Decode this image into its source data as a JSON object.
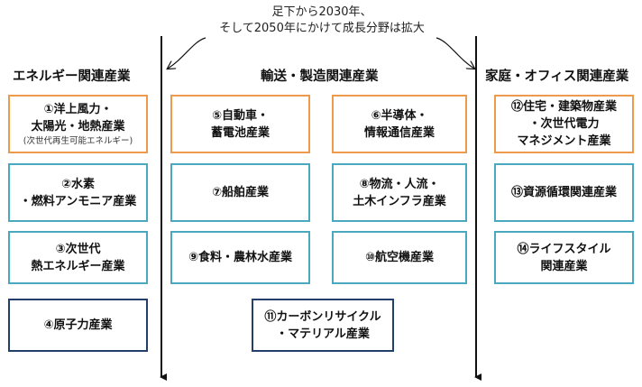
{
  "intro": {
    "line1": "足下から2030年、",
    "line2": "そして2050年にかけて成長分野は拡大"
  },
  "columns": {
    "energy": "エネルギー関連産業",
    "transport": "輸送・製造関連産業",
    "home": "家庭・オフィス関連産業"
  },
  "boxes": {
    "b1": {
      "lines": [
        "①洋上風力・",
        "太陽光・地熱産業"
      ],
      "note": "(次世代再生可能エネルギー)"
    },
    "b2": {
      "lines": [
        "②水素",
        "・燃料アンモニア産業"
      ]
    },
    "b3": {
      "lines": [
        "③次世代",
        "熱エネルギー産業"
      ]
    },
    "b4": {
      "lines": [
        "④原子力産業"
      ]
    },
    "b5": {
      "lines": [
        "⑤自動車・",
        "蓄電池産業"
      ]
    },
    "b6": {
      "lines": [
        "⑥半導体・",
        "情報通信産業"
      ]
    },
    "b7": {
      "lines": [
        "⑦船舶産業"
      ]
    },
    "b8": {
      "lines": [
        "⑧物流・人流・",
        "土木インフラ産業"
      ]
    },
    "b9": {
      "lines": [
        "⑨食料・農林水産業"
      ]
    },
    "b10": {
      "lines": [
        "⑩航空機産業"
      ]
    },
    "b11": {
      "lines": [
        "⑪カーボンリサイクル",
        "・マテリアル産業"
      ]
    },
    "b12": {
      "lines": [
        "⑫住宅・建築物産業",
        "・次世代電力",
        "マネジメント産業"
      ]
    },
    "b13": {
      "lines": [
        "⑬資源循環関連産業"
      ]
    },
    "b14": {
      "lines": [
        "⑭ライフスタイル",
        "関連産業"
      ]
    }
  },
  "colors": {
    "orange_border": "#ee9a4d",
    "teal_border": "#4aa8bf",
    "navy_border": "#23406b",
    "line": "#111111"
  }
}
